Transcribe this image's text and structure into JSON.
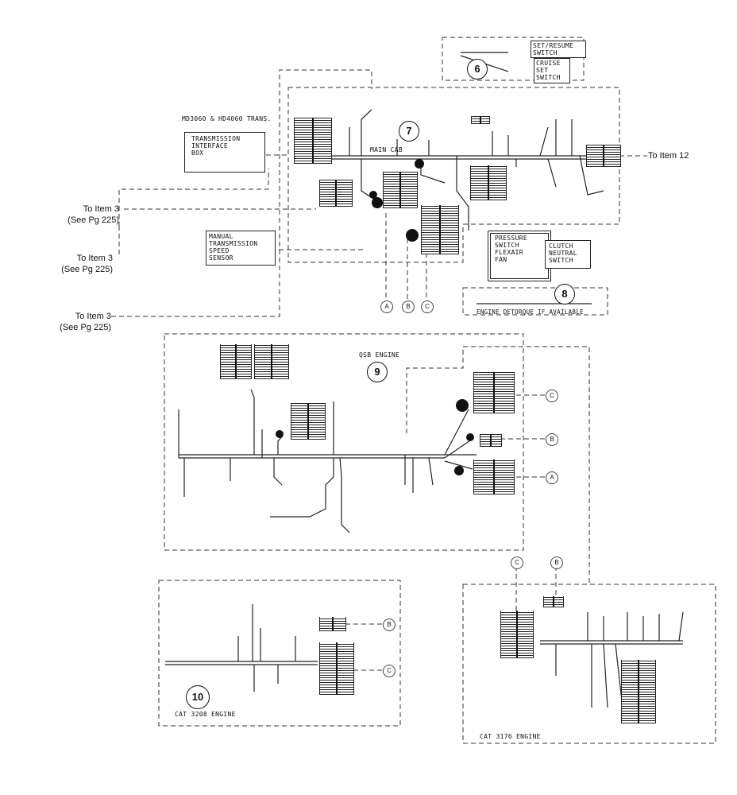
{
  "item6": {
    "number": "6",
    "set_resume_label": "SET/RESUME\nSWITCH",
    "cruise_label": "CRUISE\nSET\nSWITCH"
  },
  "item7": {
    "number": "7",
    "main_cab_label": "MAIN CAB"
  },
  "item8": {
    "number": "8",
    "engine_detorque_label": "ENGINE DETORQUE IF AVAILABLE",
    "pressure_switch_label": "PRESSURE\nSWITCH\nFLEXAIR\nFAN",
    "clutch_label": "CLUTCH\nNEUTRAL\nSWITCH"
  },
  "item9": {
    "number": "9",
    "engine_label": "QSB ENGINE"
  },
  "item10": {
    "number": "10",
    "engine_label": "CAT 3208 ENGINE"
  },
  "cat3176": {
    "engine_label": "CAT 3176 ENGINE"
  },
  "transmission": {
    "header": "MD3060 & HD4060 TRANS.",
    "box_label": "TRANSMISSION\nINTERFACE\nBOX"
  },
  "manual_sensor": {
    "label": "MANUAL\nTRANSMISSION\nSPEED\nSENSOR"
  },
  "callouts": {
    "to_item3_a": "To Item 3",
    "see_pg_a": "(See Pg 225)",
    "to_item3_b": "To Item 3",
    "see_pg_b": "(See Pg 225)",
    "to_item3_c": "To Item 3",
    "see_pg_c": "(See Pg 225)",
    "to_item12": "To Item 12"
  },
  "connector_letters": {
    "a": "A",
    "b": "B",
    "c": "C"
  }
}
